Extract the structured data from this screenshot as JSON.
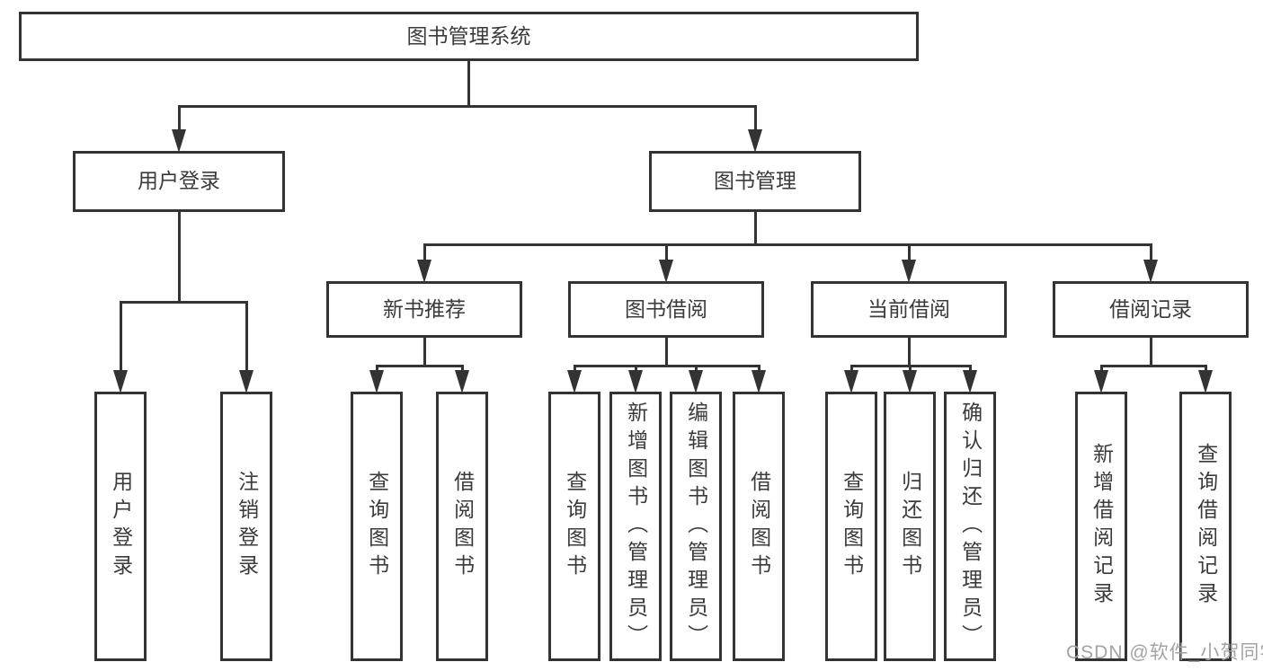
{
  "diagram": {
    "title": "图书管理系统",
    "nodes": [
      {
        "id": "system-root",
        "label": "图书管理系统"
      },
      {
        "id": "user-login-branch",
        "label": "用户登录"
      },
      {
        "id": "book-management-branch",
        "label": "图书管理"
      },
      {
        "id": "new-book-recommendation",
        "label": "新书推荐"
      },
      {
        "id": "book-borrowing",
        "label": "图书借阅"
      },
      {
        "id": "current-borrowing",
        "label": "当前借阅"
      },
      {
        "id": "borrowing-records",
        "label": "借阅记录"
      },
      {
        "id": "user-login",
        "label": "用户登录"
      },
      {
        "id": "logout-login",
        "label": "注销登录"
      },
      {
        "id": "recommend-query-books",
        "label": "查询图书"
      },
      {
        "id": "recommend-borrow-books",
        "label": "借阅图书"
      },
      {
        "id": "borrowing-query-books",
        "label": "查询图书"
      },
      {
        "id": "borrowing-add-books-admin",
        "label": "新增图书（管理员）"
      },
      {
        "id": "borrowing-edit-books-admin",
        "label": "编辑图书（管理员）"
      },
      {
        "id": "borrowing-borrow-books",
        "label": "借阅图书"
      },
      {
        "id": "current-query-books",
        "label": "查询图书"
      },
      {
        "id": "current-return-books",
        "label": "归还图书"
      },
      {
        "id": "current-confirm-return-admin",
        "label": "确认归还（管理员）"
      },
      {
        "id": "records-add-borrow-record",
        "label": "新增借阅记录"
      },
      {
        "id": "records-query-borrow-record",
        "label": "查询借阅记录"
      }
    ]
  },
  "watermark": {
    "text": "CSDN @软件_小贺同学",
    "color": "#a3a3a3"
  },
  "colors": {
    "line": "#333333",
    "box_border": "#333333",
    "text": "#3b3b3b",
    "background": "#ffffff"
  }
}
